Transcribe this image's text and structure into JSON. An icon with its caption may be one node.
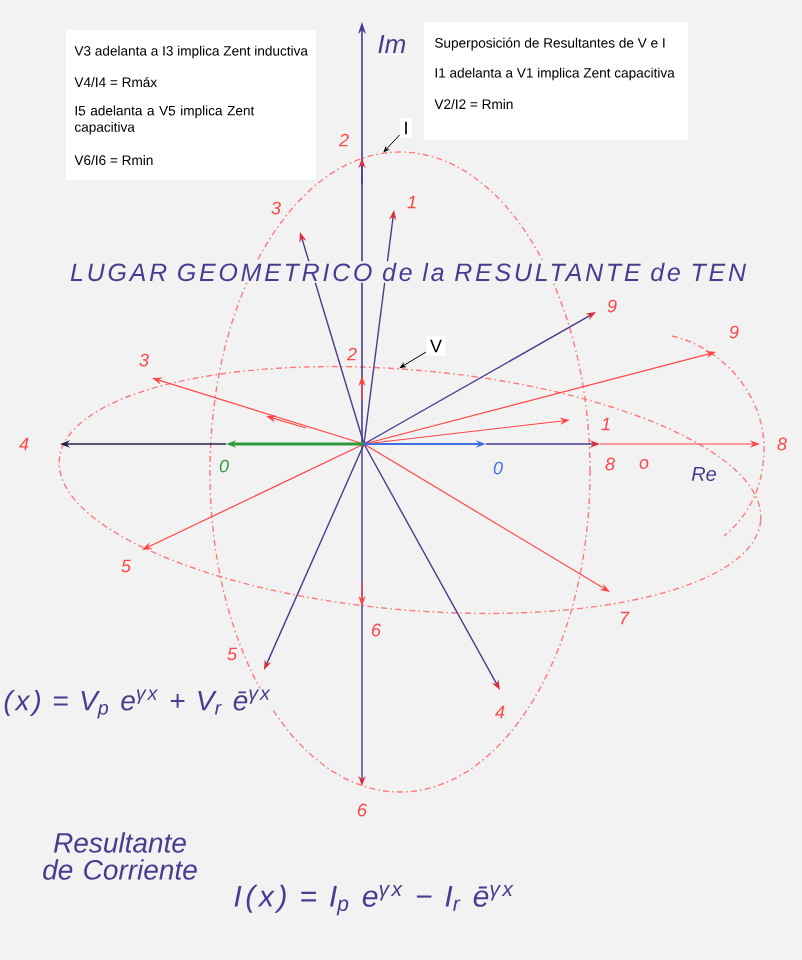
{
  "diagram": {
    "title": "LUGAR GEOMETRICO de la RESULTANTE de TEN",
    "nodes": [
      {
        "text": [
          "I"
        ]
      },
      {
        "text": [],
        "shape": "ellipse"
      },
      {
        "text": [],
        "shape": "ellipse"
      },
      {
        "text": [
          "V"
        ],
        "in": 1
      }
    ],
    "edges": [
      {
        "from": 0,
        "to": 1,
        "arrow": "to"
      },
      {
        "from": 3,
        "to": 2,
        "arrow": "to"
      }
    ],
    "labels": [
      "V3 adelanta a I3 implica Zent inductiva",
      "V4/I4 = Rmáx",
      "I5 adelanta a V5 implica Zent capacitiva",
      "V6/I6 = Rmin",
      "Im",
      "Superposición de Resultantes de V e I",
      "I1 adelanta a V1 implica Zent capacitiva",
      "V2/I2 = Rmin",
      "2",
      "3",
      "1",
      "9",
      "9",
      "3",
      "2",
      "1",
      "4",
      "0",
      "0",
      "8",
      "o",
      "8",
      "Re",
      "5",
      "6",
      "7",
      "5",
      "(x) = V$_{p}$ e$^{γx}$ + V$_{r}$ ē$^{γx}$",
      "4",
      "6",
      "Resultante de Corriente",
      "I(x) = I$_{p}$ e$^{γx}$ − I$_{r}$ ē$^{γx}$"
    ]
  }
}
